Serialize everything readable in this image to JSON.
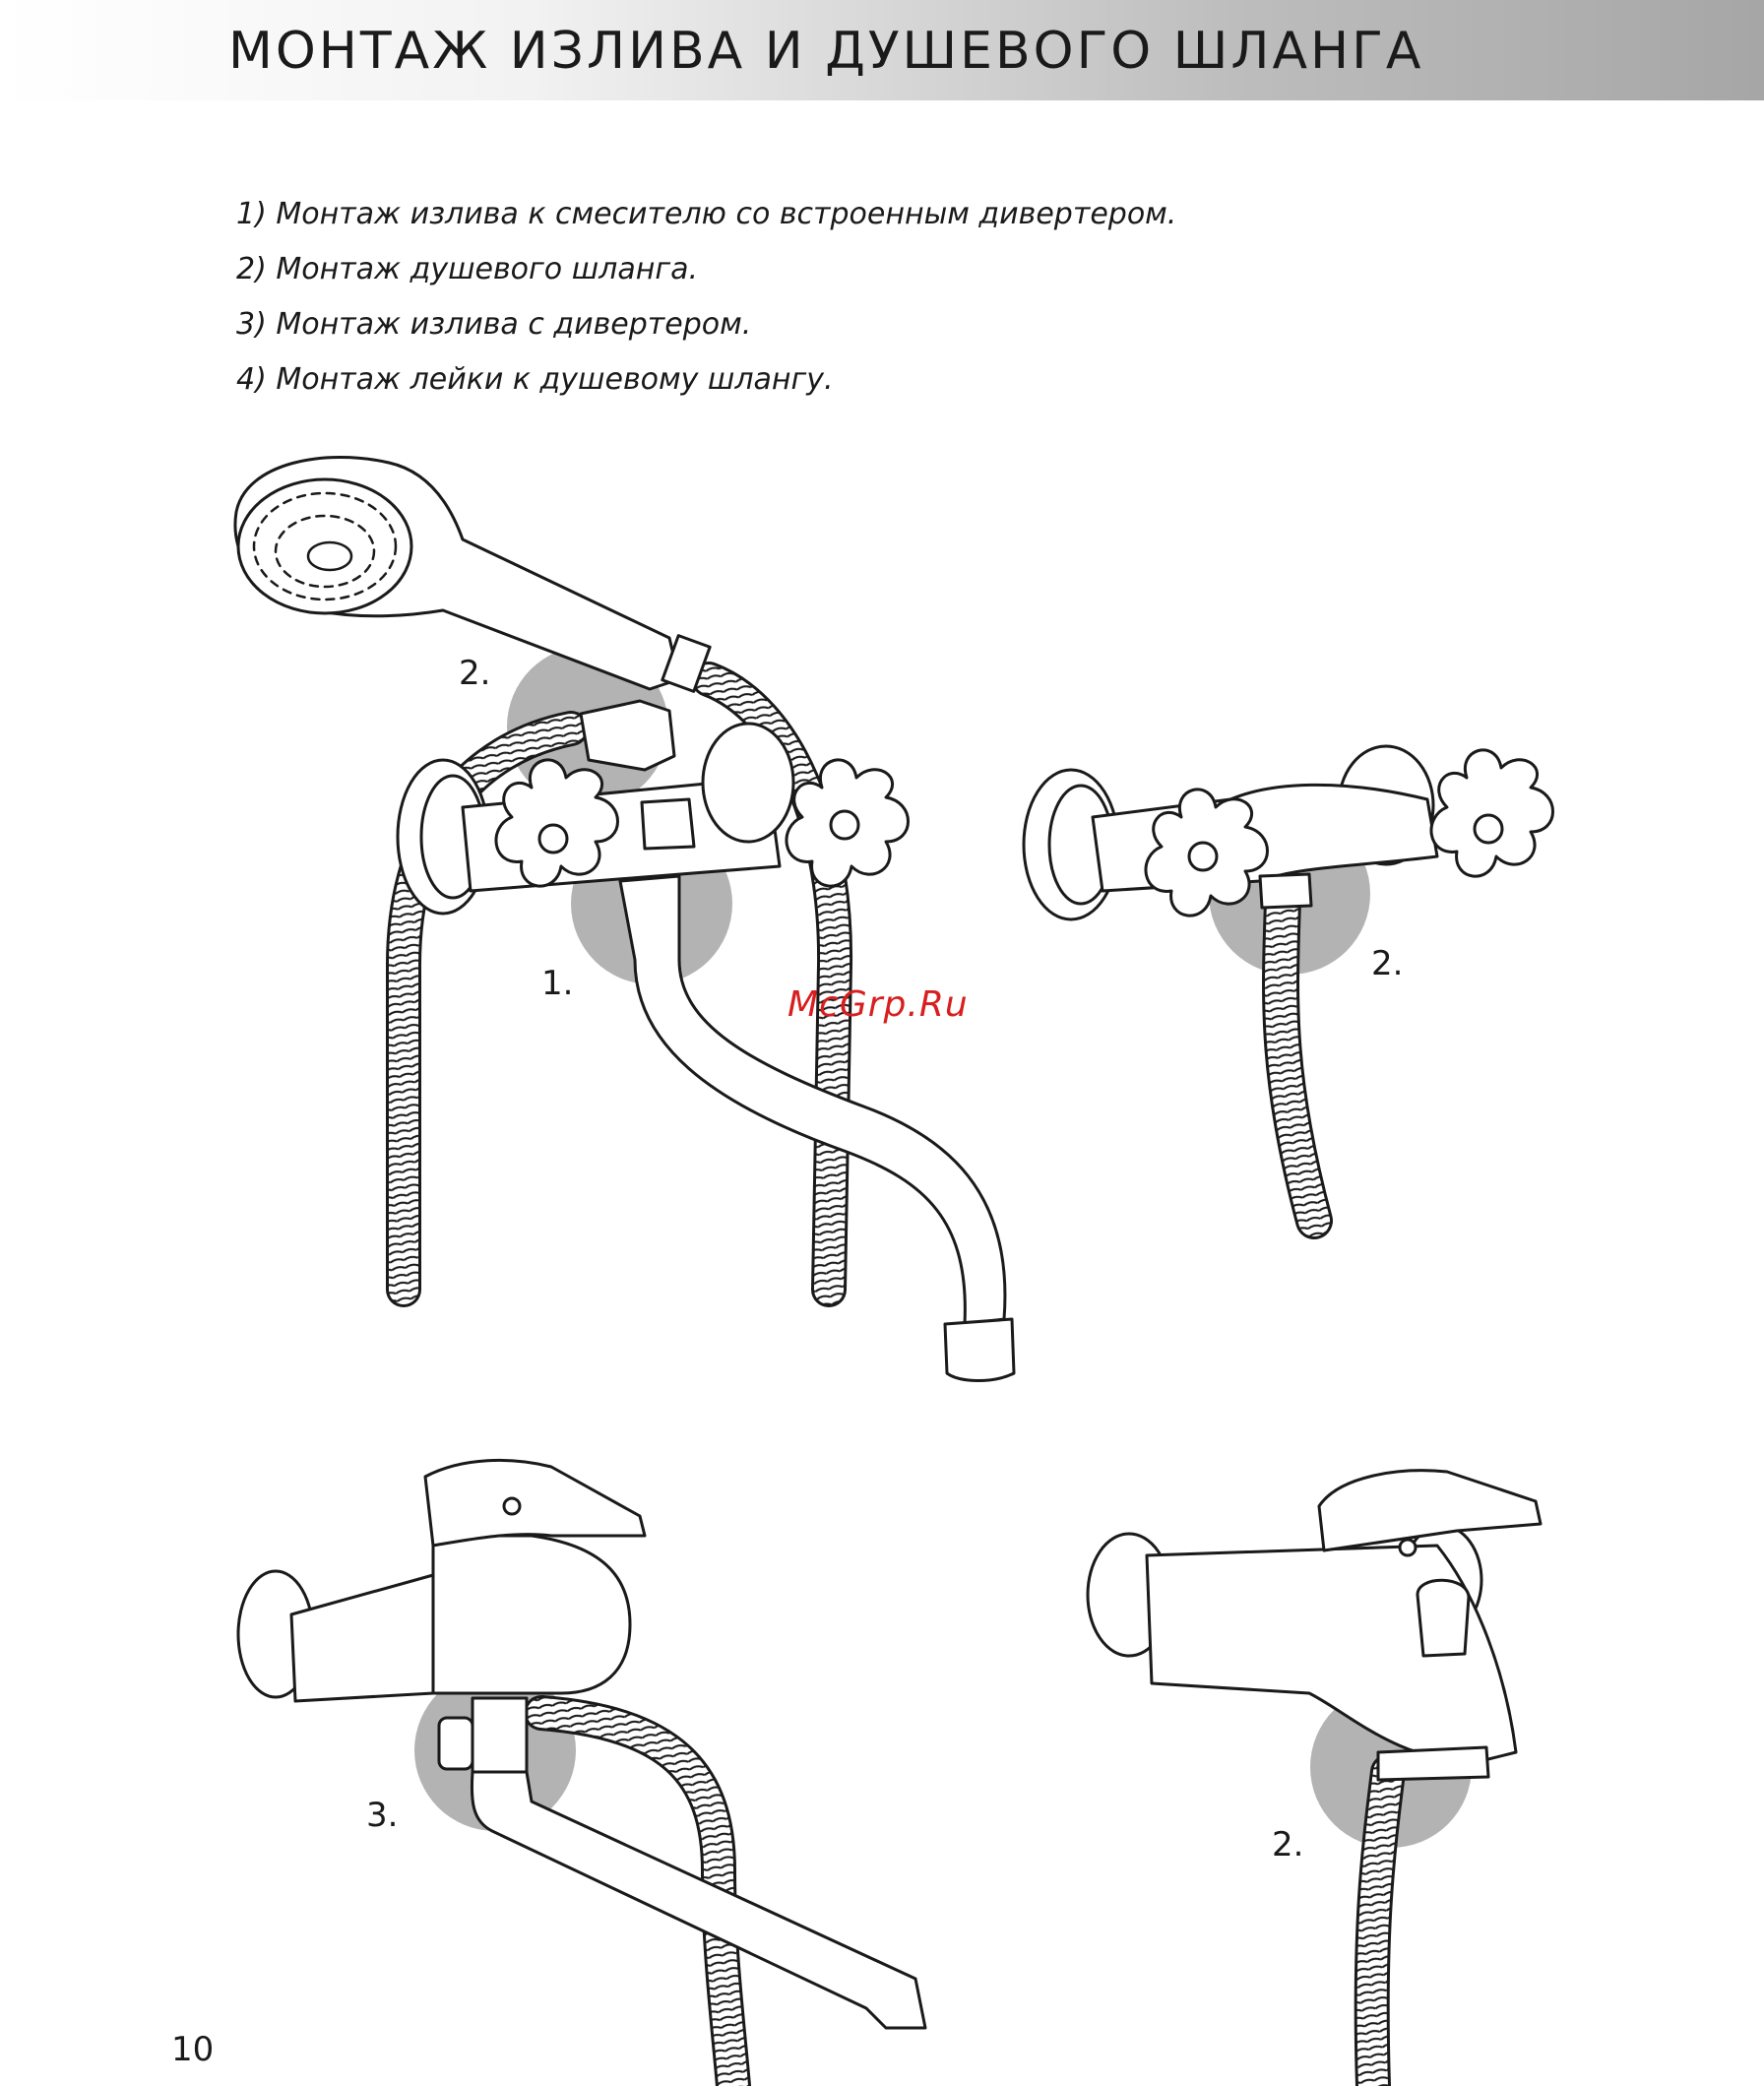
{
  "header": {
    "title": "МОНТАЖ ИЗЛИВА И ДУШЕВОГО ШЛАНГА"
  },
  "steps": [
    "1) Монтаж излива к смесителю со встроенным дивертером.",
    "2) Монтаж душевого шланга.",
    "3) Монтаж излива с дивертером.",
    "4) Монтаж лейки к душевому шлангу."
  ],
  "figures": {
    "top_left": {
      "callout_hose": "2.",
      "callout_spout": "1."
    },
    "top_right": {
      "callout_hose": "2."
    },
    "bottom_left": {
      "callout_diverter": "3."
    },
    "bottom_right": {
      "callout_hose": "2."
    }
  },
  "watermark": "McGrp.Ru",
  "page_number": "10"
}
